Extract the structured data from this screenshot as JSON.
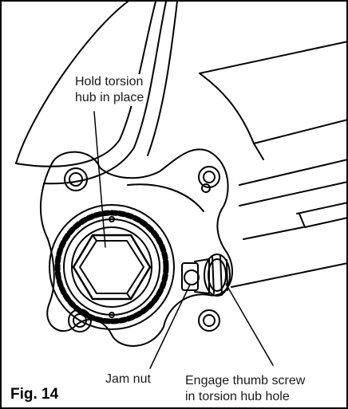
{
  "figure": {
    "caption": "Fig. 14",
    "callouts": {
      "hold_line1": "Hold torsion",
      "hold_line2": "hub in place",
      "jam_nut": "Jam nut",
      "engage_line1": "Engage thumb screw",
      "engage_line2": "in torsion hub hole"
    }
  }
}
